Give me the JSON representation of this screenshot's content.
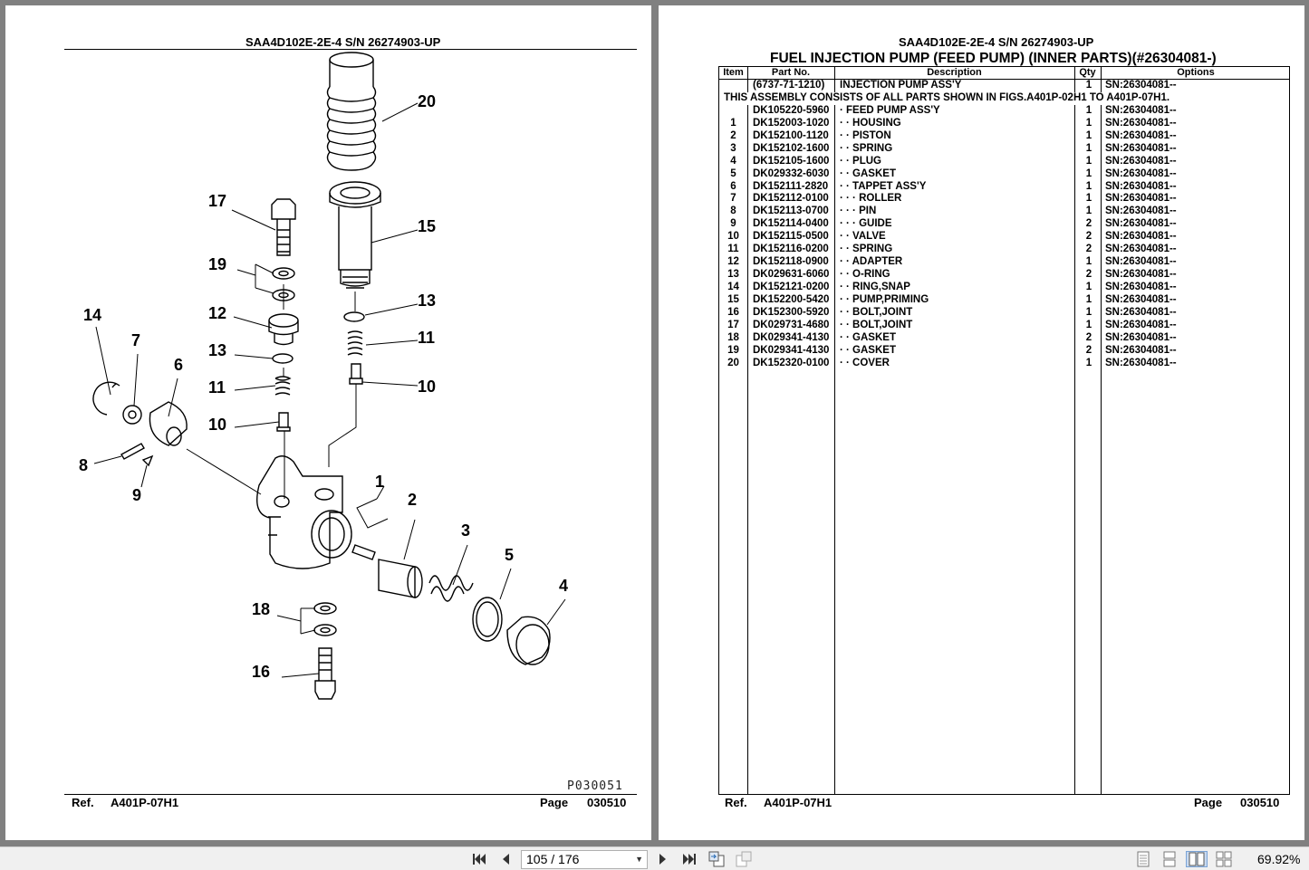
{
  "left_page": {
    "title": "SAA4D102E-2E-4 S/N 26274903-UP",
    "figure_code": "P030051",
    "ref_label": "Ref.",
    "ref_value": "A401P-07H1",
    "page_label": "Page",
    "page_value": "030510",
    "callouts": [
      "20",
      "17",
      "15",
      "19",
      "13",
      "12",
      "14",
      "7",
      "6",
      "13",
      "11",
      "11",
      "10",
      "10",
      "8",
      "9",
      "1",
      "2",
      "3",
      "5",
      "4",
      "18",
      "16"
    ]
  },
  "right_page": {
    "title": "SAA4D102E-2E-4 S/N 26274903-UP",
    "subtitle": "FUEL INJECTION PUMP (FEED PUMP) (INNER PARTS)(#26304081-)",
    "columns": [
      "Item",
      "Part No.",
      "Description",
      "Qty",
      "Options"
    ],
    "assembly_row": {
      "item": "",
      "part": "(6737-71-1210)",
      "desc": "INJECTION PUMP ASS'Y",
      "qty": "1",
      "opt": "SN:26304081--"
    },
    "note": "THIS ASSEMBLY CONSISTS OF ALL PARTS SHOWN IN FIGS.A401P-02H1 TO A401P-07H1.",
    "rows": [
      {
        "item": "",
        "part": "DK105220-5960",
        "desc": "·  FEED PUMP ASS'Y",
        "qty": "1",
        "opt": "SN:26304081--"
      },
      {
        "item": "1",
        "part": "DK152003-1020",
        "desc": "· ·  HOUSING",
        "qty": "1",
        "opt": "SN:26304081--"
      },
      {
        "item": "2",
        "part": "DK152100-1120",
        "desc": "· ·  PISTON",
        "qty": "1",
        "opt": "SN:26304081--"
      },
      {
        "item": "3",
        "part": "DK152102-1600",
        "desc": "· ·  SPRING",
        "qty": "1",
        "opt": "SN:26304081--"
      },
      {
        "item": "4",
        "part": "DK152105-1600",
        "desc": "· ·  PLUG",
        "qty": "1",
        "opt": "SN:26304081--"
      },
      {
        "item": "5",
        "part": "DK029332-6030",
        "desc": "· ·  GASKET",
        "qty": "1",
        "opt": "SN:26304081--"
      },
      {
        "item": "6",
        "part": "DK152111-2820",
        "desc": "· ·  TAPPET ASS'Y",
        "qty": "1",
        "opt": "SN:26304081--"
      },
      {
        "item": "7",
        "part": "DK152112-0100",
        "desc": "· · ·  ROLLER",
        "qty": "1",
        "opt": "SN:26304081--"
      },
      {
        "item": "8",
        "part": "DK152113-0700",
        "desc": "· · ·  PIN",
        "qty": "1",
        "opt": "SN:26304081--"
      },
      {
        "item": "9",
        "part": "DK152114-0400",
        "desc": "· · ·  GUIDE",
        "qty": "2",
        "opt": "SN:26304081--"
      },
      {
        "item": "10",
        "part": "DK152115-0500",
        "desc": "· ·  VALVE",
        "qty": "2",
        "opt": "SN:26304081--"
      },
      {
        "item": "11",
        "part": "DK152116-0200",
        "desc": "· ·  SPRING",
        "qty": "2",
        "opt": "SN:26304081--"
      },
      {
        "item": "12",
        "part": "DK152118-0900",
        "desc": "· ·  ADAPTER",
        "qty": "1",
        "opt": "SN:26304081--"
      },
      {
        "item": "13",
        "part": "DK029631-6060",
        "desc": "· ·  O-RING",
        "qty": "2",
        "opt": "SN:26304081--"
      },
      {
        "item": "14",
        "part": "DK152121-0200",
        "desc": "· ·  RING,SNAP",
        "qty": "1",
        "opt": "SN:26304081--"
      },
      {
        "item": "15",
        "part": "DK152200-5420",
        "desc": "· ·  PUMP,PRIMING",
        "qty": "1",
        "opt": "SN:26304081--"
      },
      {
        "item": "16",
        "part": "DK152300-5920",
        "desc": "· ·  BOLT,JOINT",
        "qty": "1",
        "opt": "SN:26304081--"
      },
      {
        "item": "17",
        "part": "DK029731-4680",
        "desc": "· ·  BOLT,JOINT",
        "qty": "1",
        "opt": "SN:26304081--"
      },
      {
        "item": "18",
        "part": "DK029341-4130",
        "desc": "· ·  GASKET",
        "qty": "2",
        "opt": "SN:26304081--"
      },
      {
        "item": "19",
        "part": "DK029341-4130",
        "desc": "· ·  GASKET",
        "qty": "2",
        "opt": "SN:26304081--"
      },
      {
        "item": "20",
        "part": "DK152320-0100",
        "desc": "· ·  COVER",
        "qty": "1",
        "opt": "SN:26304081--"
      }
    ],
    "ref_label": "Ref.",
    "ref_value": "A401P-07H1",
    "page_label": "Page",
    "page_value": "030510"
  },
  "toolbar": {
    "page_indicator": "105 / 176",
    "zoom": "69.92%",
    "icons": [
      "first-page-icon",
      "prev-page-icon",
      "next-page-icon",
      "last-page-icon",
      "previous-view-icon",
      "next-view-icon",
      "single-page-icon",
      "continuous-icon",
      "facing-icon",
      "continuous-facing-icon"
    ]
  }
}
